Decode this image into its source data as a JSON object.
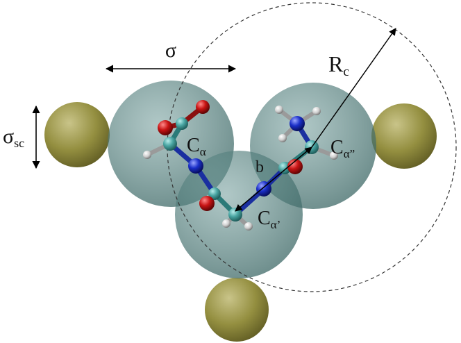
{
  "labels": {
    "sigma": "σ",
    "sigma_sc": "σ",
    "sigma_sc_sub": "sc",
    "rc": "R",
    "rc_sub": "c",
    "b": "b",
    "ca1": "C",
    "ca1_sub": "α",
    "ca2": "C",
    "ca2_sub": "α’",
    "ca3": "C",
    "ca3_sub": "α”"
  },
  "colors": {
    "backbone_bead": "#4e7f7d",
    "side_chain_bead": "#8f8a3a",
    "carbon": "#4aa6a3",
    "oxygen": "#c81414",
    "nitrogen": "#1a2fc8",
    "hydrogen": "#d8d8d8",
    "cutoff_circle": "#333333",
    "arrows": "#000000"
  },
  "icons": {
    "beads": "translucent-sphere",
    "atoms": "ball-and-stick"
  }
}
